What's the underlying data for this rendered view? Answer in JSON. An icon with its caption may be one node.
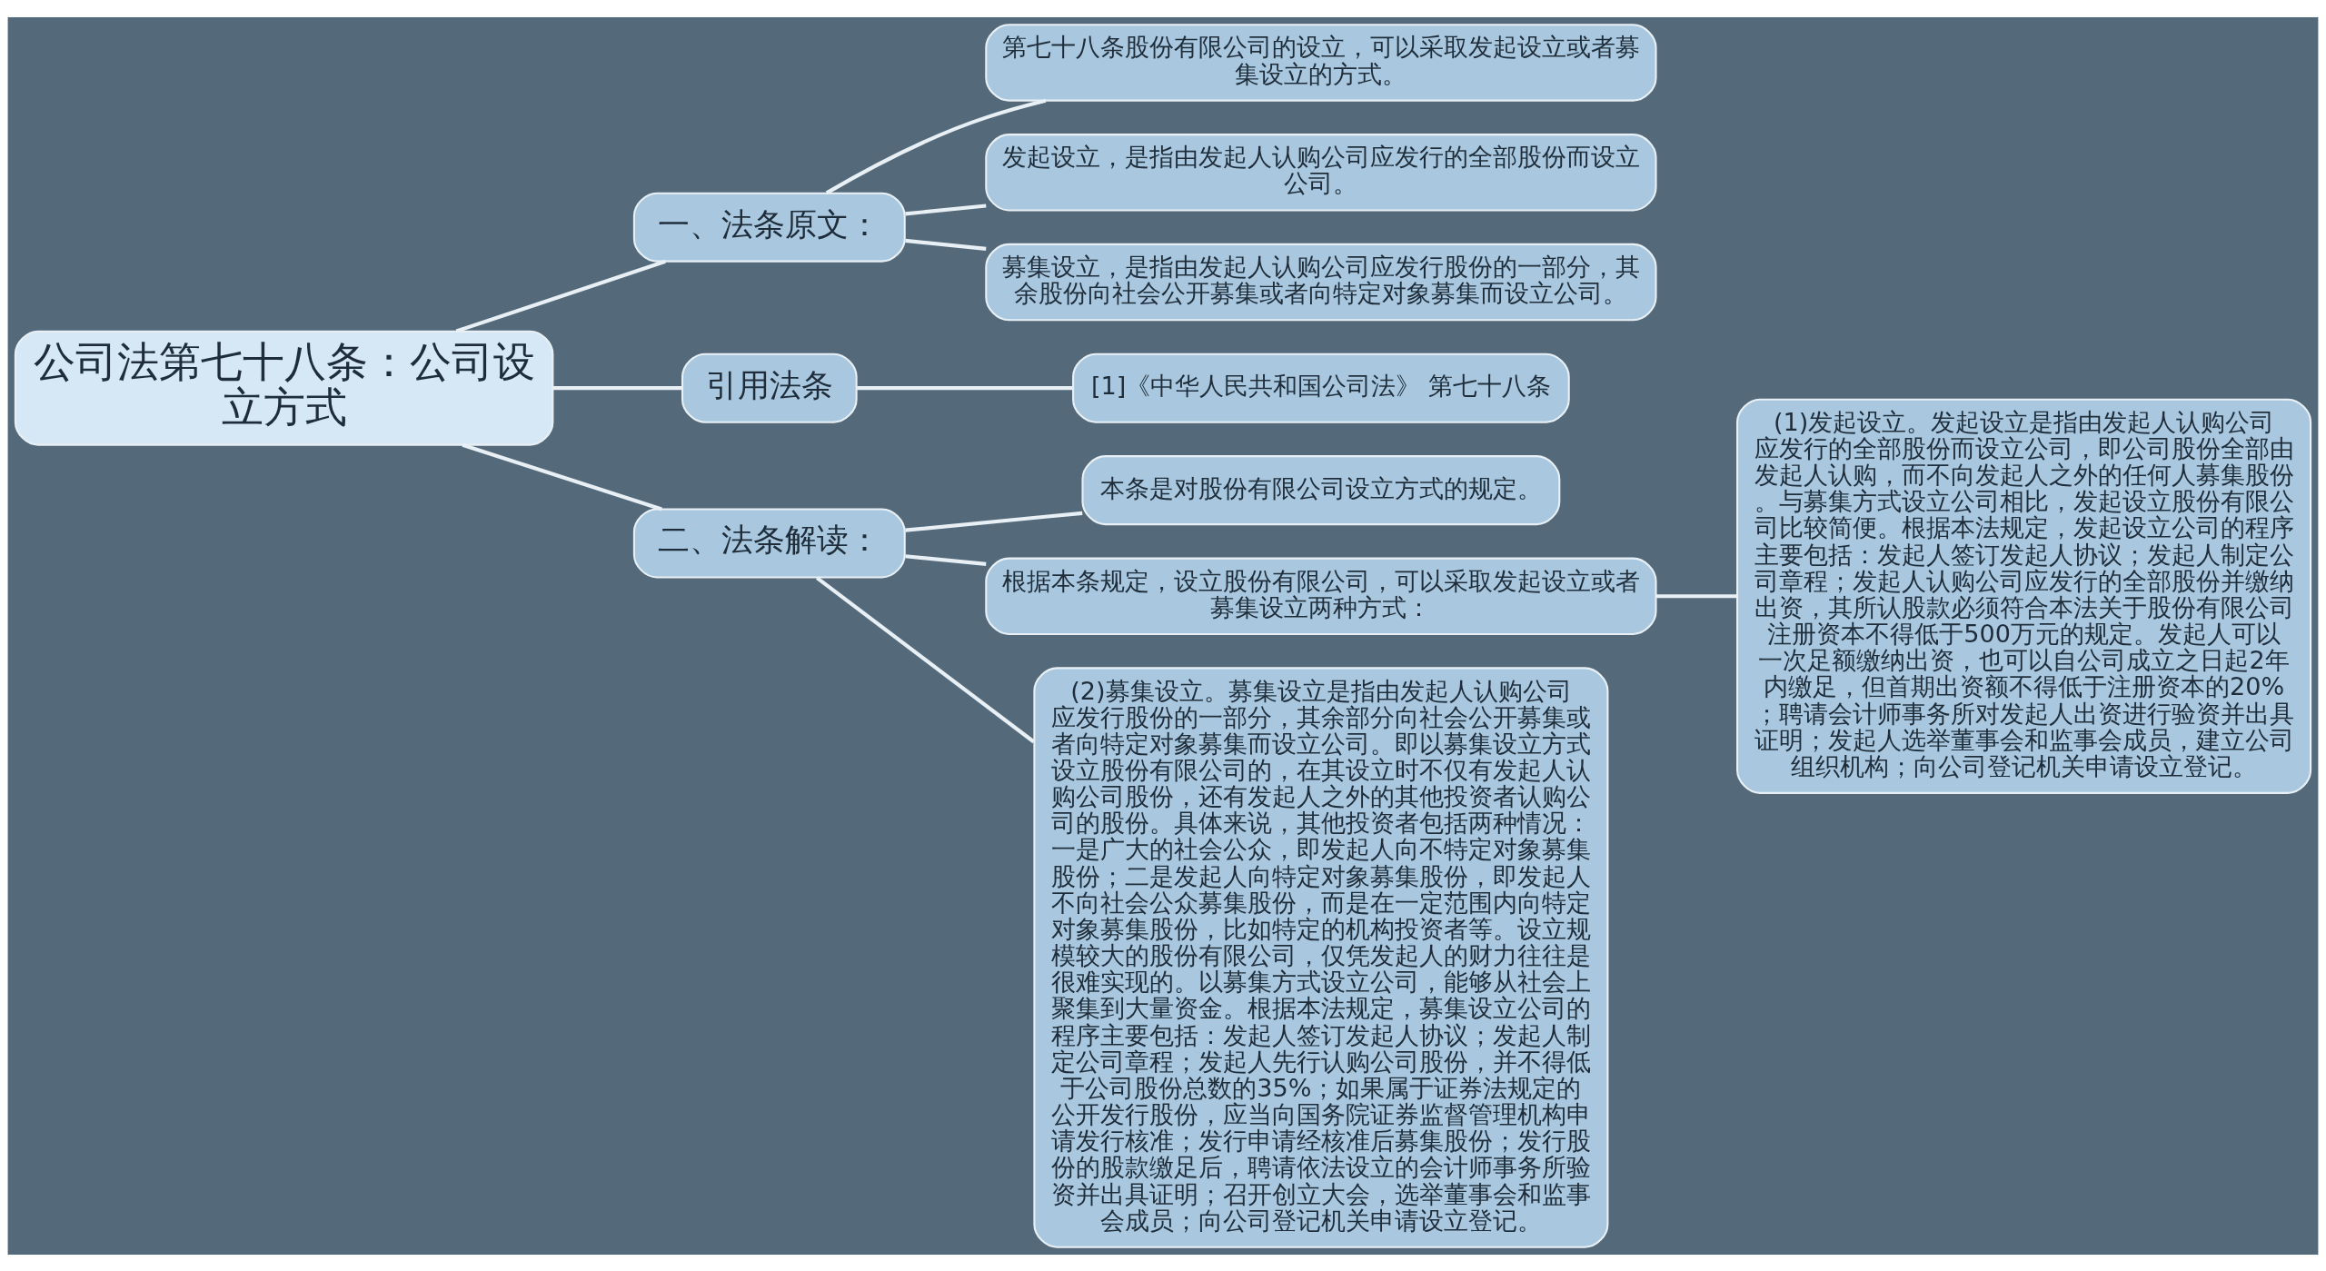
{
  "diagram": {
    "nodes": [
      {
        "text": [
          "公司法第七十八条：公司设立方式"
        ]
      },
      {
        "text": [
          "一、法条原文："
        ]
      },
      {
        "text": [
          "第七十八条股份有限公司的设立，可以采取发起设立或者募集设立的方式。"
        ]
      },
      {
        "text": [
          "发起设立，是指由发起人认购公司应发行的全部股份而设立公司。"
        ]
      },
      {
        "text": [
          "募集设立，是指由发起人认购公司应发行股份的一部分，其余股份向社会公开募集或者向特定对象募集而设立公司。"
        ]
      },
      {
        "text": [
          "引用法条"
        ]
      },
      {
        "text": [
          "[1]《中华人民共和国公司法》 第七十八条"
        ]
      },
      {
        "text": [
          "二、法条解读："
        ]
      },
      {
        "text": [
          "本条是对股份有限公司设立方式的规定。"
        ]
      },
      {
        "text": [
          "根据本条规定，设立股份有限公司，可以采取发起设立或者募集设立两种方式："
        ]
      },
      {
        "text": [
          "(1)发起设立。发起设立是指由发起人认购公司应发行的全部股份而设立公司，即公司股份全部由发起人认购，而不向发起人之外的任何人募集股份。与募集方式设立公司相比，发起设立股份有限公司比较简便。根据本法规定，发起设立公司的程序主要包括：发起人签订发起人协议；发起人制定公司章程；发起人认购公司应发行的全部股份并缴纳出资，其所认股款必须符合本法关于股份有限公司注册资本不得低于500万元的规定。发起人可以一次足额缴纳出资，也可以自公司成立之日起2年内缴足，但首期出资额不得低于注册资本的20%；聘请会计师事务所对发起人出资进行验资并出具证明；发起人选举董事会和监事会成员，建立公司组织机构；向公司登记机关申请设立登记。"
        ]
      },
      {
        "text": [
          "(2)募集设立。募集设立是指由发起人认购公司应发行股份的一部分，其余部分向社会公开募集或者向特定对象募集而设立公司。即以募集设立方式设立股份有限公司的，在其设立时不仅有发起人认购公司股份，还有发起人之外的其他投资者认购公司的股份。具体来说，其他投资者包括两种情况：一是广大的社会公众，即发起人向不特定对象募集股份；二是发起人向特定对象募集股份，即发起人不向社会公众募集股份，而是在一定范围内向特定对象募集股份，比如特定的机构投资者等。设立规模较大的股份有限公司，仅凭发起人的财力往往是很难实现的。以募集方式设立公司，能够从社会上聚集到大量资金。根据本法规定，募集设立公司的程序主要包括：发起人签订发起人协议；发起人制定公司章程；发起人先行认购公司股份，并不得低于公司股份总数的35%；如果属于证券法规定的公开发行股份，应当向国务院证券监督管理机构申请发行核准；发行申请经核准后募集股份；发行股份的股款缴足后，聘请依法设立的会计师事务所验资并出具证明；召开创立大会，选举董事会和监事会成员；向公司登记机关申请设立登记。"
        ]
      }
    ],
    "edges": [
      {
        "from": 0,
        "to": 1,
        "arrow": "none"
      },
      {
        "from": 1,
        "to": 2,
        "arrow": "none"
      },
      {
        "from": 1,
        "to": 3,
        "arrow": "none"
      },
      {
        "from": 1,
        "to": 4,
        "arrow": "none"
      },
      {
        "from": 0,
        "to": 5,
        "arrow": "none"
      },
      {
        "from": 5,
        "to": 6,
        "arrow": "none"
      },
      {
        "from": 0,
        "to": 7,
        "arrow": "none"
      },
      {
        "from": 7,
        "to": 8,
        "arrow": "none"
      },
      {
        "from": 7,
        "to": 9,
        "arrow": "none"
      },
      {
        "from": 9,
        "to": 10,
        "arrow": "none"
      },
      {
        "from": 7,
        "to": 11,
        "arrow": "none"
      }
    ]
  }
}
